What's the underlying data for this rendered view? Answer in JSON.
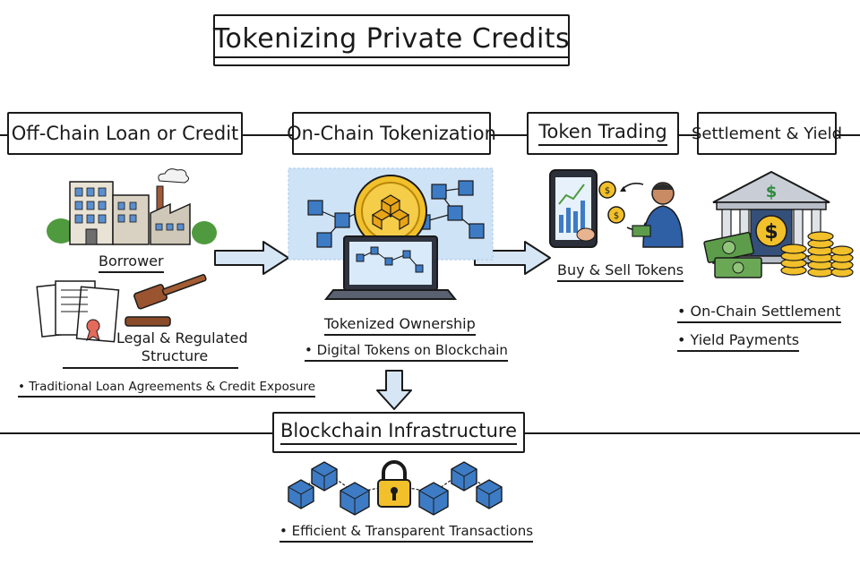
{
  "title": "Tokenizing Private Credits",
  "stages": {
    "off_chain": "Off-Chain Loan or Credit",
    "tokenization": "On-Chain Tokenization",
    "trading": "Token Trading",
    "settlement": "Settlement & Yield"
  },
  "off_chain_section": {
    "borrower": "Borrower",
    "legal_line1": "Legal & Regulated",
    "legal_line2": "Structure",
    "bullet": "• Traditional Loan Agreements & Credit Exposure"
  },
  "tokenization_section": {
    "ownership": "Tokenized Ownership",
    "bullet": "• Digital Tokens on Blockchain"
  },
  "trading_section": {
    "action": "Buy & Sell Tokens"
  },
  "settlement_section": {
    "bullet1": "• On-Chain Settlement",
    "bullet2": "• Yield Payments"
  },
  "infrastructure": {
    "title": "Blockchain Infrastructure",
    "bullet": "• Efficient & Transparent Transactions"
  },
  "colors": {
    "cube_blue": "#3d7bc4",
    "coin_gold": "#f1c02a",
    "money_green": "#5c9c4a",
    "arrow_fill": "#d6e6f5",
    "sky_blue": "#cfe3f6"
  }
}
